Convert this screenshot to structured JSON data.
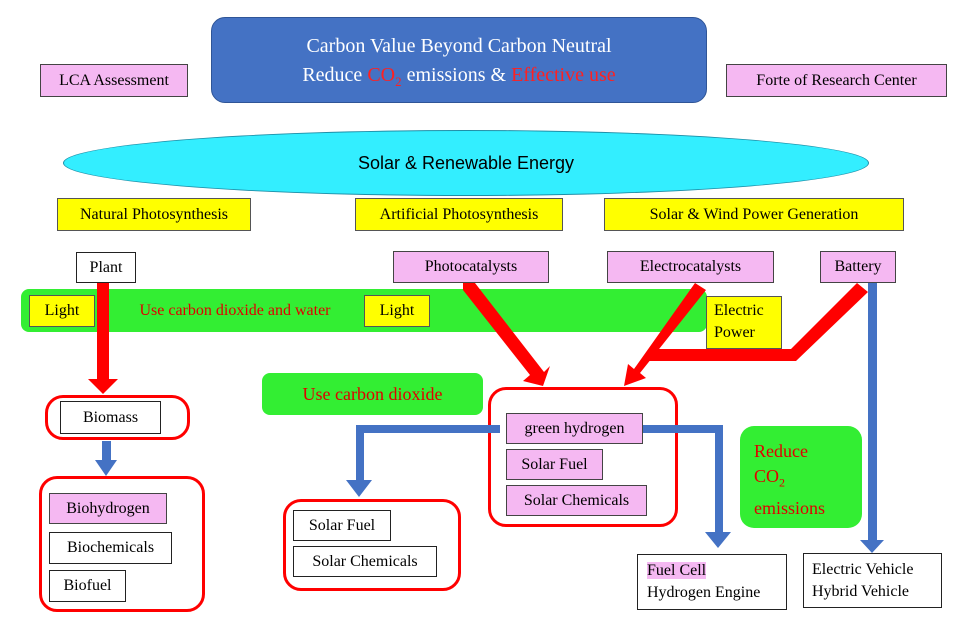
{
  "title": {
    "line1": "Carbon Value Beyond Carbon Neutral",
    "line2_pre": "Reduce ",
    "co2_a": "CO",
    "co2_sub": "2",
    "line2_mid": " emissions & ",
    "line2_red": "Effective use"
  },
  "side_labels": {
    "left": "LCA Assessment",
    "right": "Forte of Research Center"
  },
  "energy": "Solar & Renewable  Energy",
  "categories": {
    "natural": "Natural  Photosynthesis",
    "artificial": "Artificial  Photosynthesis",
    "power": "Solar & Wind Power Generation"
  },
  "sources": {
    "plant": "Plant",
    "photocatalysts": "Photocatalysts",
    "electrocatalysts": "Electrocatalysts",
    "battery": "Battery"
  },
  "band": {
    "light1": "Light",
    "text": "Use carbon dioxide and water",
    "light2": "Light"
  },
  "electric_power": {
    "line1": "Electric",
    "line2": "Power"
  },
  "use_co2": "Use carbon  dioxide",
  "biomass": "Biomass",
  "bio_products": [
    "Biohydrogen",
    "Biochemicals",
    "Biofuel"
  ],
  "solar_products": [
    "Solar Fuel",
    "Solar Chemicals"
  ],
  "hydrogen_group": [
    "green hydrogen",
    "Solar Fuel",
    "Solar Chemicals"
  ],
  "reduce": {
    "line1": "Reduce",
    "co": "CO",
    "sub": "2",
    "line3": "emissions"
  },
  "fuel_cell": {
    "line1": "Fuel Cell",
    "line2": "Hydrogen Engine"
  },
  "vehicle": {
    "line1": "Electric  Vehicle",
    "line2": "Hybrid Vehicle"
  },
  "colors": {
    "title_bg": "#4472c4",
    "ellipse": "#33eeff",
    "pink": "#f5b8f2",
    "yellow": "#ffff00",
    "green": "#33ee33",
    "red_arrow": "#ff0000",
    "blue_arrow": "#4472c4"
  }
}
